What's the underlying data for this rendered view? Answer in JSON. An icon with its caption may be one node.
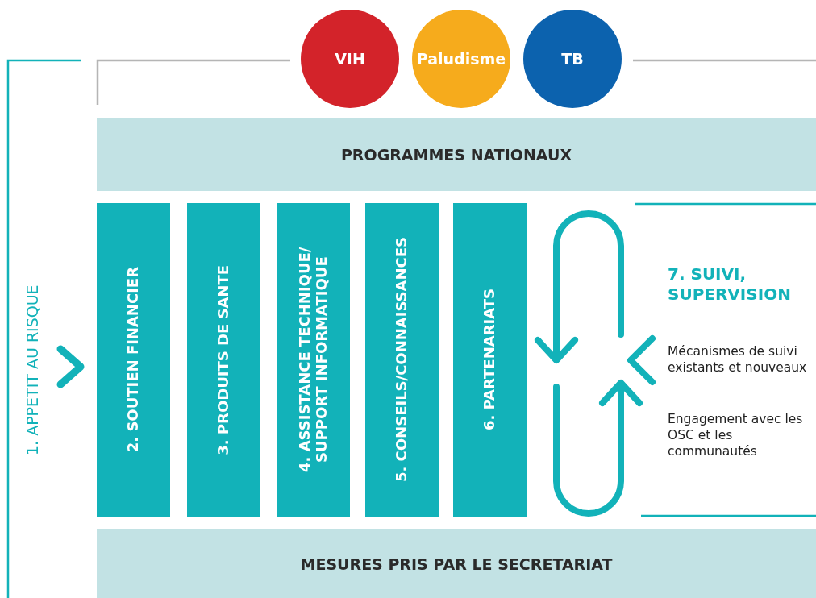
{
  "diagram": {
    "nodes": [
      {
        "text": [
          "VIH"
        ]
      },
      {
        "text": [
          "Paludisme"
        ]
      },
      {
        "text": [
          "TB"
        ]
      },
      {
        "text": [
          "PROGRAMMES NATIONAUX"
        ]
      },
      {
        "text": [
          "2. SOUTIEN FINANCIER"
        ]
      },
      {
        "text": [
          "3. PRODUITS DE SANTE"
        ]
      },
      {
        "text": [
          "4. ASSISTANCE TECHNIQUE/ SUPPORT INFORMATIQUE"
        ]
      },
      {
        "text": [
          "5. CONSEILS/CONNAISSANCES"
        ]
      },
      {
        "text": [
          "6. PARTENARIATS"
        ]
      },
      {
        "text": [
          "MESURES PRIS PAR LE SECRETARIAT"
        ]
      }
    ],
    "labels": [
      "1. APPETIT AU RISQUE",
      "7. SUIVI, SUPERVISION",
      "Mécanismes de suivi existants et nouveaux",
      "Engagement avec les OSC et les communautés"
    ]
  }
}
